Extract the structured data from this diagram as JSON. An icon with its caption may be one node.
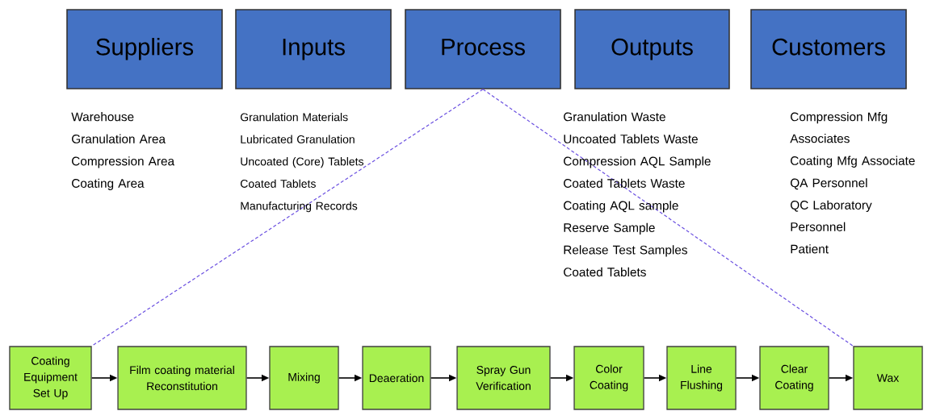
{
  "diagram": {
    "nodes": [
      {
        "text": [
          "Suppliers"
        ]
      },
      {
        "text": [
          "Inputs"
        ]
      },
      {
        "text": [
          "Process"
        ]
      },
      {
        "text": [
          "Outputs"
        ]
      },
      {
        "text": [
          "Customers"
        ]
      },
      {
        "text": [
          "Coating Equipment Set Up"
        ]
      },
      {
        "text": [
          "Film coating material Reconstitution"
        ]
      },
      {
        "text": [
          "Mixing"
        ]
      },
      {
        "text": [
          "Deaeration"
        ]
      },
      {
        "text": [
          "Spray Gun Verification"
        ]
      },
      {
        "text": [
          "Color Coating"
        ]
      },
      {
        "text": [
          "Line Flushing"
        ]
      },
      {
        "text": [
          "Clear Coating"
        ]
      },
      {
        "text": [
          "Wax"
        ]
      }
    ],
    "edges": [
      {
        "from": 2,
        "to": 5,
        "arrow": "none",
        "style": "dashed",
        "color": "#6a4fe0"
      },
      {
        "from": 2,
        "to": 13,
        "arrow": "none",
        "style": "dashed",
        "color": "#6a4fe0"
      },
      {
        "from": 5,
        "to": 6,
        "arrow": "to"
      },
      {
        "from": 6,
        "to": 7,
        "arrow": "to"
      },
      {
        "from": 7,
        "to": 8,
        "arrow": "to"
      },
      {
        "from": 8,
        "to": 9,
        "arrow": "to"
      },
      {
        "from": 9,
        "to": 10,
        "arrow": "to"
      },
      {
        "from": 10,
        "to": 11,
        "arrow": "to"
      },
      {
        "from": 11,
        "to": 12,
        "arrow": "to"
      },
      {
        "from": 12,
        "to": 13,
        "arrow": "to"
      }
    ],
    "labels": [
      "Warehouse",
      "Granulation Area",
      "Compression Area",
      "Coating Area",
      "Granulation Materials",
      "Lubricated Granulation",
      "Uncoated (Core) Tablets",
      "Coated Tablets",
      "Manufacturing Records",
      "Granulation Waste",
      "Uncoated Tablets Waste",
      "Compression AQL Sample",
      "Coated Tablets Waste",
      "Coating AQL sample",
      "Reserve Sample",
      "Release Test Samples",
      "Coated Tablets",
      "Compression Mfg Associates",
      "Coating Mfg Associate",
      "QA Personnel",
      "QC Laboratory Personnel",
      "Patient"
    ]
  }
}
